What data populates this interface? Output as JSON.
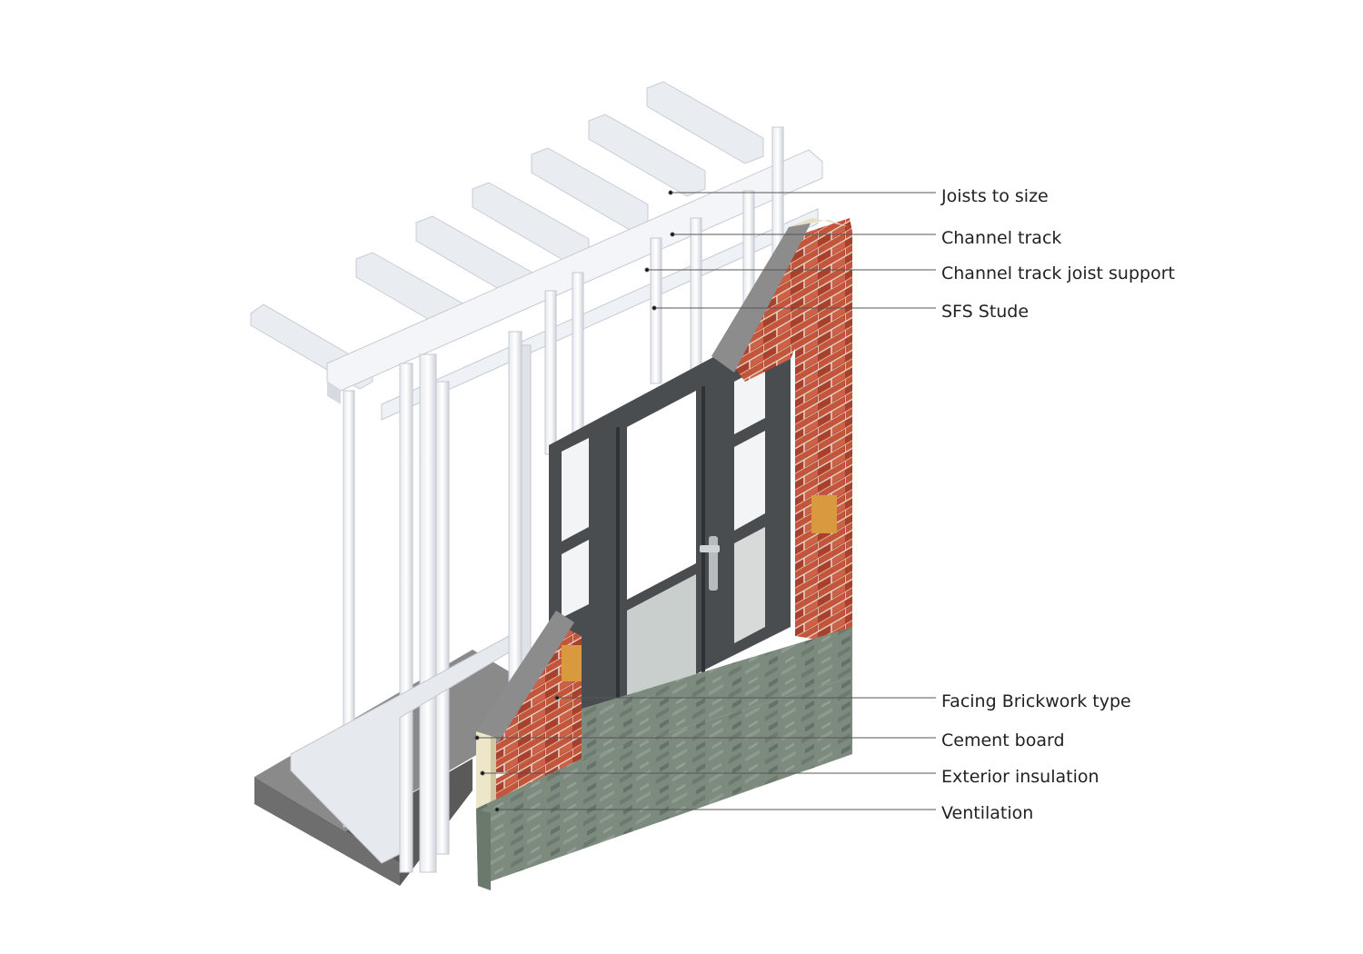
{
  "diagram": {
    "labels": {
      "joists": "Joists to size",
      "channel_track": "Channel track",
      "joist_support": "Channel track joist support",
      "studs": "SFS Stude",
      "brickwork": "Facing Brickwork type",
      "cement_board": "Cement board",
      "insulation": "Exterior insulation",
      "ventilation": "Ventilation"
    }
  }
}
